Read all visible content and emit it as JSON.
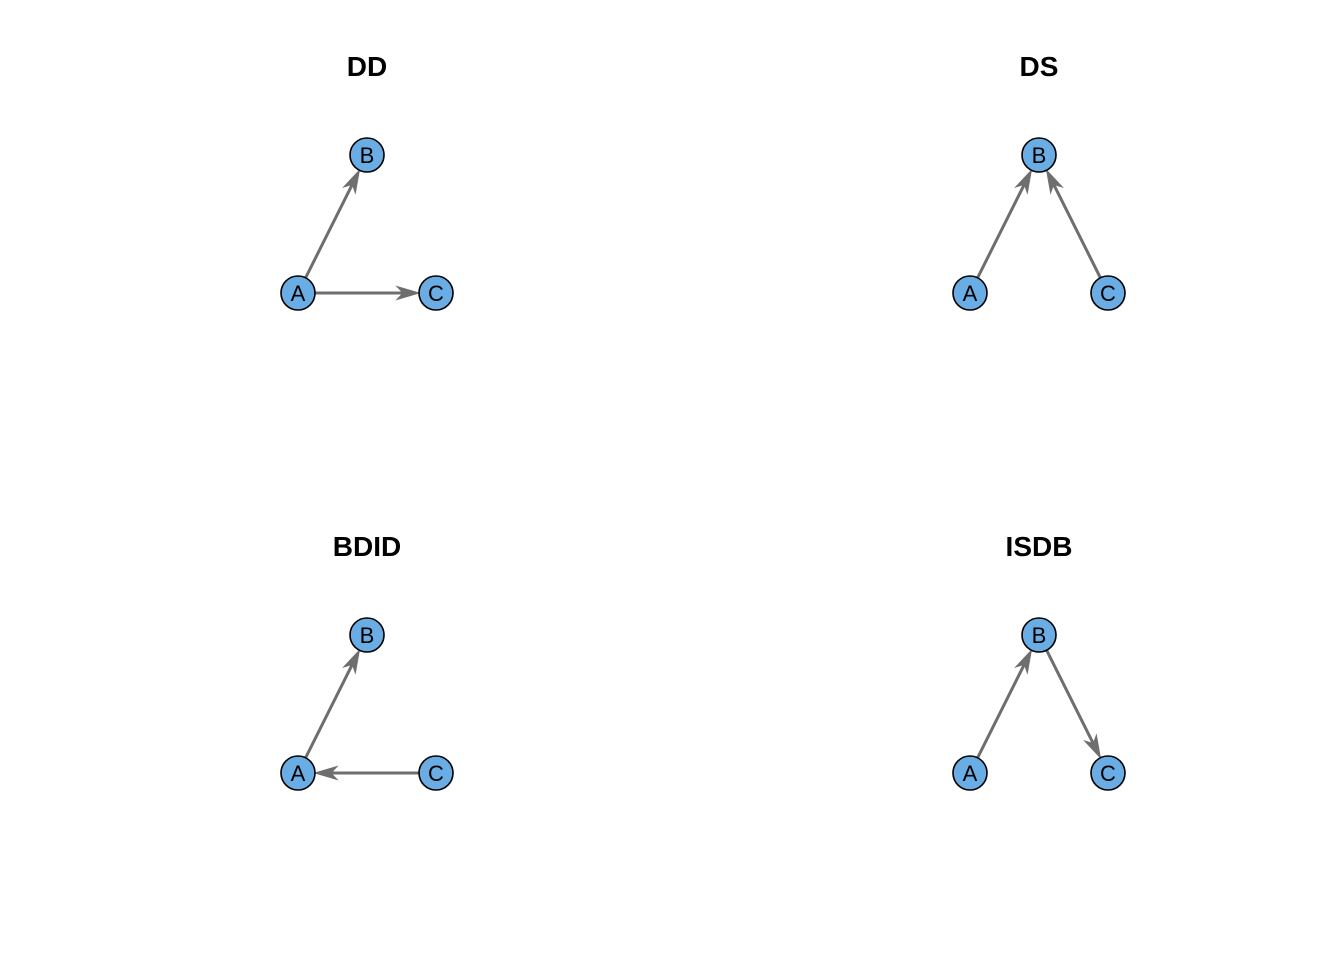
{
  "style": {
    "node_fill": "#6aade4",
    "node_stroke": "#000000",
    "edge_color": "#6e6e6e"
  },
  "panels": [
    {
      "title": "DD",
      "nodes": [
        "A",
        "B",
        "C"
      ],
      "edges": [
        {
          "from": "A",
          "to": "B"
        },
        {
          "from": "A",
          "to": "C"
        }
      ]
    },
    {
      "title": "DS",
      "nodes": [
        "A",
        "B",
        "C"
      ],
      "edges": [
        {
          "from": "A",
          "to": "B"
        },
        {
          "from": "C",
          "to": "B"
        }
      ]
    },
    {
      "title": "BDID",
      "nodes": [
        "A",
        "B",
        "C"
      ],
      "edges": [
        {
          "from": "A",
          "to": "B"
        },
        {
          "from": "C",
          "to": "A"
        }
      ]
    },
    {
      "title": "ISDB",
      "nodes": [
        "A",
        "B",
        "C"
      ],
      "edges": [
        {
          "from": "A",
          "to": "B"
        },
        {
          "from": "B",
          "to": "C"
        }
      ]
    }
  ]
}
